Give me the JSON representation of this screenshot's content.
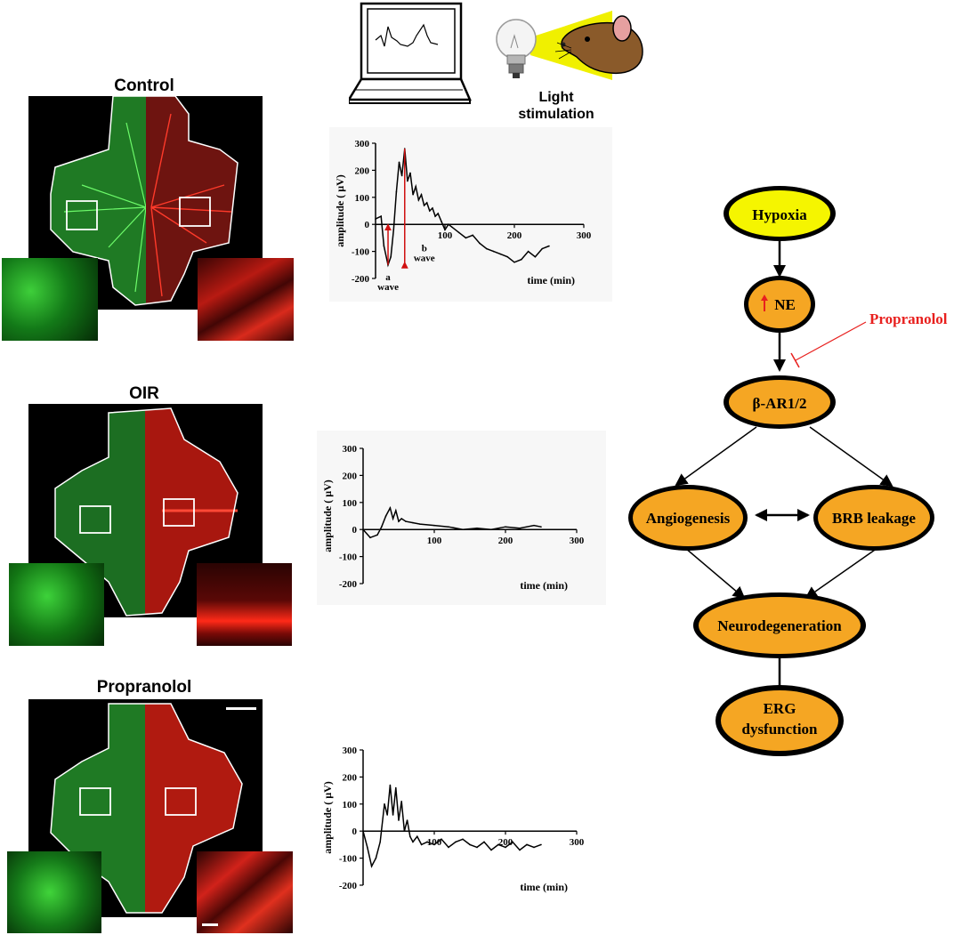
{
  "panels": [
    {
      "title": "Control"
    },
    {
      "title": "OIR"
    },
    {
      "title": "Propranolol"
    }
  ],
  "setup": {
    "light_label_line1": "Light",
    "light_label_line2": "stimulation"
  },
  "erg_axes": {
    "ylabel": "amplitude ( µV)",
    "xlabel": "time (min)",
    "y_ticks": [
      "300",
      "200",
      "100",
      "0",
      "-100",
      "-200"
    ],
    "x_ticks": [
      "100",
      "200",
      "300"
    ]
  },
  "wave_labels": {
    "a_line1": "a",
    "a_line2": "wave",
    "b_line1": "b",
    "b_line2": "wave"
  },
  "chart_data": [
    {
      "type": "line",
      "xlabel": "time (min)",
      "ylabel": "amplitude ( µV)",
      "xlim": [
        0,
        300
      ],
      "ylim": [
        -200,
        300
      ],
      "x": [
        0,
        8,
        12,
        18,
        22,
        26,
        30,
        34,
        38,
        42,
        46,
        50,
        54,
        58,
        62,
        66,
        70,
        74,
        78,
        82,
        86,
        90,
        95,
        100,
        105,
        110,
        120,
        130,
        140,
        150,
        160,
        170,
        180,
        190,
        200,
        210,
        220,
        230,
        240,
        250
      ],
      "y": [
        20,
        30,
        -80,
        -150,
        -120,
        -20,
        120,
        230,
        180,
        280,
        160,
        190,
        110,
        140,
        90,
        110,
        70,
        80,
        50,
        60,
        30,
        40,
        10,
        -20,
        0,
        -10,
        -30,
        -50,
        -40,
        -70,
        -90,
        -100,
        -110,
        -120,
        -140,
        -130,
        -100,
        -120,
        -90,
        -80
      ]
    },
    {
      "type": "line",
      "xlabel": "time (min)",
      "ylabel": "amplitude ( µV)",
      "xlim": [
        0,
        300
      ],
      "ylim": [
        -200,
        300
      ],
      "x": [
        0,
        10,
        20,
        26,
        32,
        38,
        42,
        46,
        50,
        54,
        60,
        70,
        80,
        100,
        120,
        140,
        160,
        180,
        200,
        220,
        240,
        250
      ],
      "y": [
        0,
        -30,
        -20,
        10,
        50,
        80,
        40,
        70,
        30,
        40,
        30,
        25,
        20,
        15,
        10,
        0,
        5,
        0,
        10,
        5,
        15,
        10
      ]
    },
    {
      "type": "line",
      "xlabel": "time (min)",
      "ylabel": "amplitude ( µV)",
      "xlim": [
        0,
        300
      ],
      "ylim": [
        -200,
        300
      ],
      "x": [
        0,
        6,
        12,
        18,
        24,
        30,
        34,
        38,
        42,
        46,
        50,
        54,
        58,
        62,
        66,
        70,
        76,
        82,
        90,
        100,
        110,
        120,
        130,
        140,
        150,
        160,
        170,
        180,
        190,
        200,
        210,
        220,
        230,
        240,
        250
      ],
      "y": [
        0,
        -60,
        -130,
        -100,
        -40,
        100,
        60,
        170,
        60,
        160,
        40,
        110,
        0,
        40,
        -20,
        -40,
        -20,
        -50,
        -40,
        -50,
        -30,
        -60,
        -40,
        -30,
        -50,
        -60,
        -40,
        -70,
        -50,
        -60,
        -40,
        -70,
        -50,
        -60,
        -50
      ]
    }
  ],
  "flow": {
    "nodes": {
      "hypoxia": "Hypoxia",
      "ne": "NE",
      "bar": "β-AR1/2",
      "angiogenesis": "Angiogenesis",
      "brb": "BRB leakage",
      "neuro": "Neurodegeneration",
      "erg_line1": "ERG",
      "erg_line2": "dysfunction"
    },
    "inhibitor": "Propranolol",
    "colors": {
      "hypoxia_fill": "#f5f500",
      "node_fill": "#f5a623",
      "inhibitor": "#e8201e"
    }
  }
}
